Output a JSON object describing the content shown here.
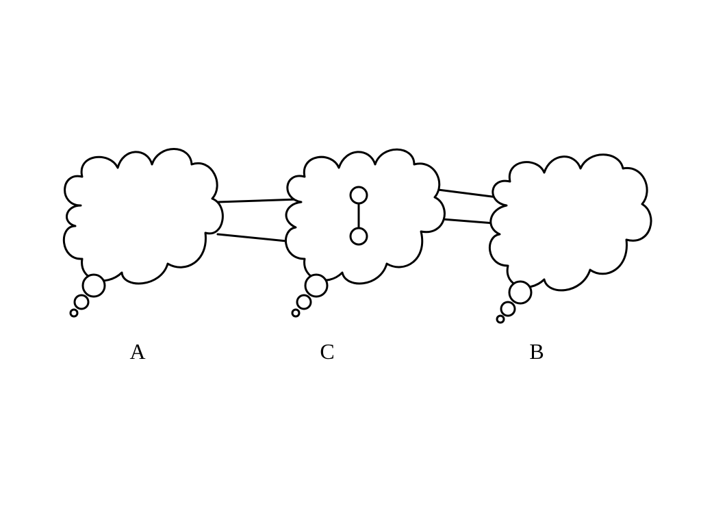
{
  "nodes": [
    {
      "id": "A",
      "label": "A"
    },
    {
      "id": "C",
      "label": "C"
    },
    {
      "id": "B",
      "label": "B"
    }
  ],
  "links": [
    {
      "from": "A",
      "to": "C",
      "lines": 2
    },
    {
      "from": "C",
      "to": "B",
      "lines": 2
    }
  ],
  "inner_symbol": {
    "node": "C",
    "shape": "two-circles-joined-by-line"
  },
  "colors": {
    "stroke": "#000000",
    "background": "#ffffff"
  }
}
